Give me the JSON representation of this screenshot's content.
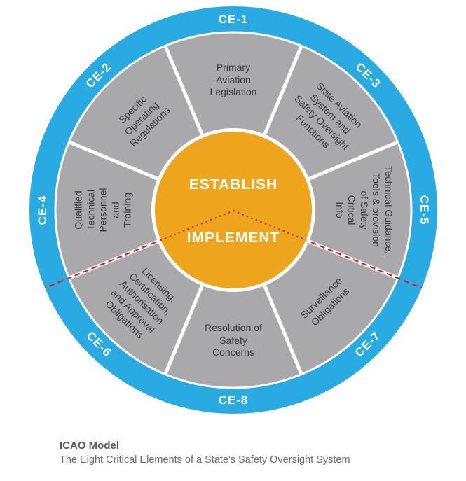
{
  "diagram": {
    "title": "ICAO Model",
    "subtitle": "The Eight Critical Elements of a State's Safety Oversight System",
    "center": {
      "top_label": "ESTABLISH",
      "bottom_label": "IMPLEMENT"
    },
    "colors": {
      "outer_ring": "#29ABE2",
      "segment_ring": "#A9A9AB",
      "center_circle": "#EFA41E",
      "divider_red": "#C1272D",
      "segment_text": "#39393B",
      "ring_text": "#FFFFFF"
    },
    "elements": [
      {
        "id": "CE-1",
        "label": "Primary\nAviation\nLegislation"
      },
      {
        "id": "CE-2",
        "label": "Specific\nOperating\nRegulations"
      },
      {
        "id": "CE-3",
        "label": "State Aviation\nSystem and\nSafety Oversight\nFunctions"
      },
      {
        "id": "CE-4",
        "label": "Qualified\nTechnical\nPersonnel\nand\nTraining"
      },
      {
        "id": "CE-5",
        "label": "Technical Guidance,\nTools & provision\nof Safety\nCritical\nInfo"
      },
      {
        "id": "CE-6",
        "label": "Licensing,\nCertification,\nAuthorisation\nand Approval\nObligations"
      },
      {
        "id": "CE-7",
        "label": "Surveillance\nObligations"
      },
      {
        "id": "CE-8",
        "label": "Resolution of\nSafety\nConcerns"
      }
    ]
  }
}
